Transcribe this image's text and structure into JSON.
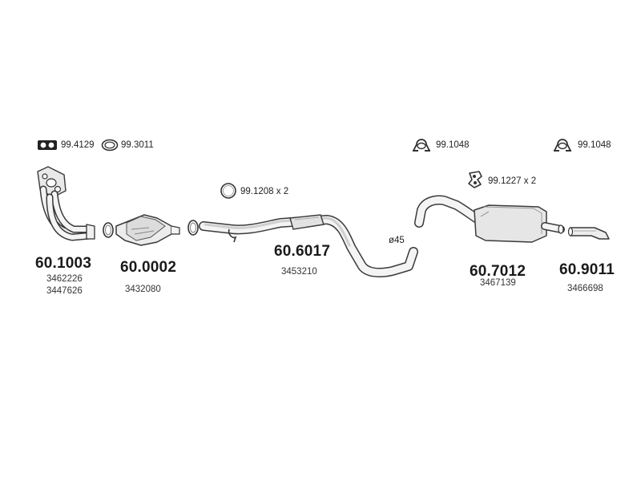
{
  "accessories": [
    {
      "id": "gasket",
      "icon": "double-hole-gasket-icon",
      "code": "99.4129"
    },
    {
      "id": "ring",
      "icon": "sealing-ring-icon",
      "code": "99.3011"
    },
    {
      "id": "clamp-ring",
      "icon": "clamp-ring-icon",
      "code": "99.1208 x 2"
    },
    {
      "id": "rubber-mount",
      "icon": "rubber-mount-icon",
      "code": "99.1227 x 2"
    },
    {
      "id": "clamp-mid",
      "icon": "u-clamp-icon",
      "code": "99.1048"
    },
    {
      "id": "clamp-tail",
      "icon": "u-clamp-icon",
      "code": "99.1048"
    }
  ],
  "parts": [
    {
      "id": "front-pipe",
      "part_no": "60.1003",
      "oem": [
        "3462226",
        "3447626"
      ]
    },
    {
      "id": "catalyst",
      "part_no": "60.0002",
      "oem": [
        "3432080"
      ]
    },
    {
      "id": "middle-pipe",
      "part_no": "60.6017",
      "oem": [
        "3453210"
      ]
    },
    {
      "id": "rear-silencer",
      "part_no": "60.7012",
      "oem": [
        "3467139"
      ]
    },
    {
      "id": "tail-pipe",
      "part_no": "60.9011",
      "oem": [
        "3466698"
      ]
    }
  ],
  "dimension": {
    "label": "ø45"
  }
}
